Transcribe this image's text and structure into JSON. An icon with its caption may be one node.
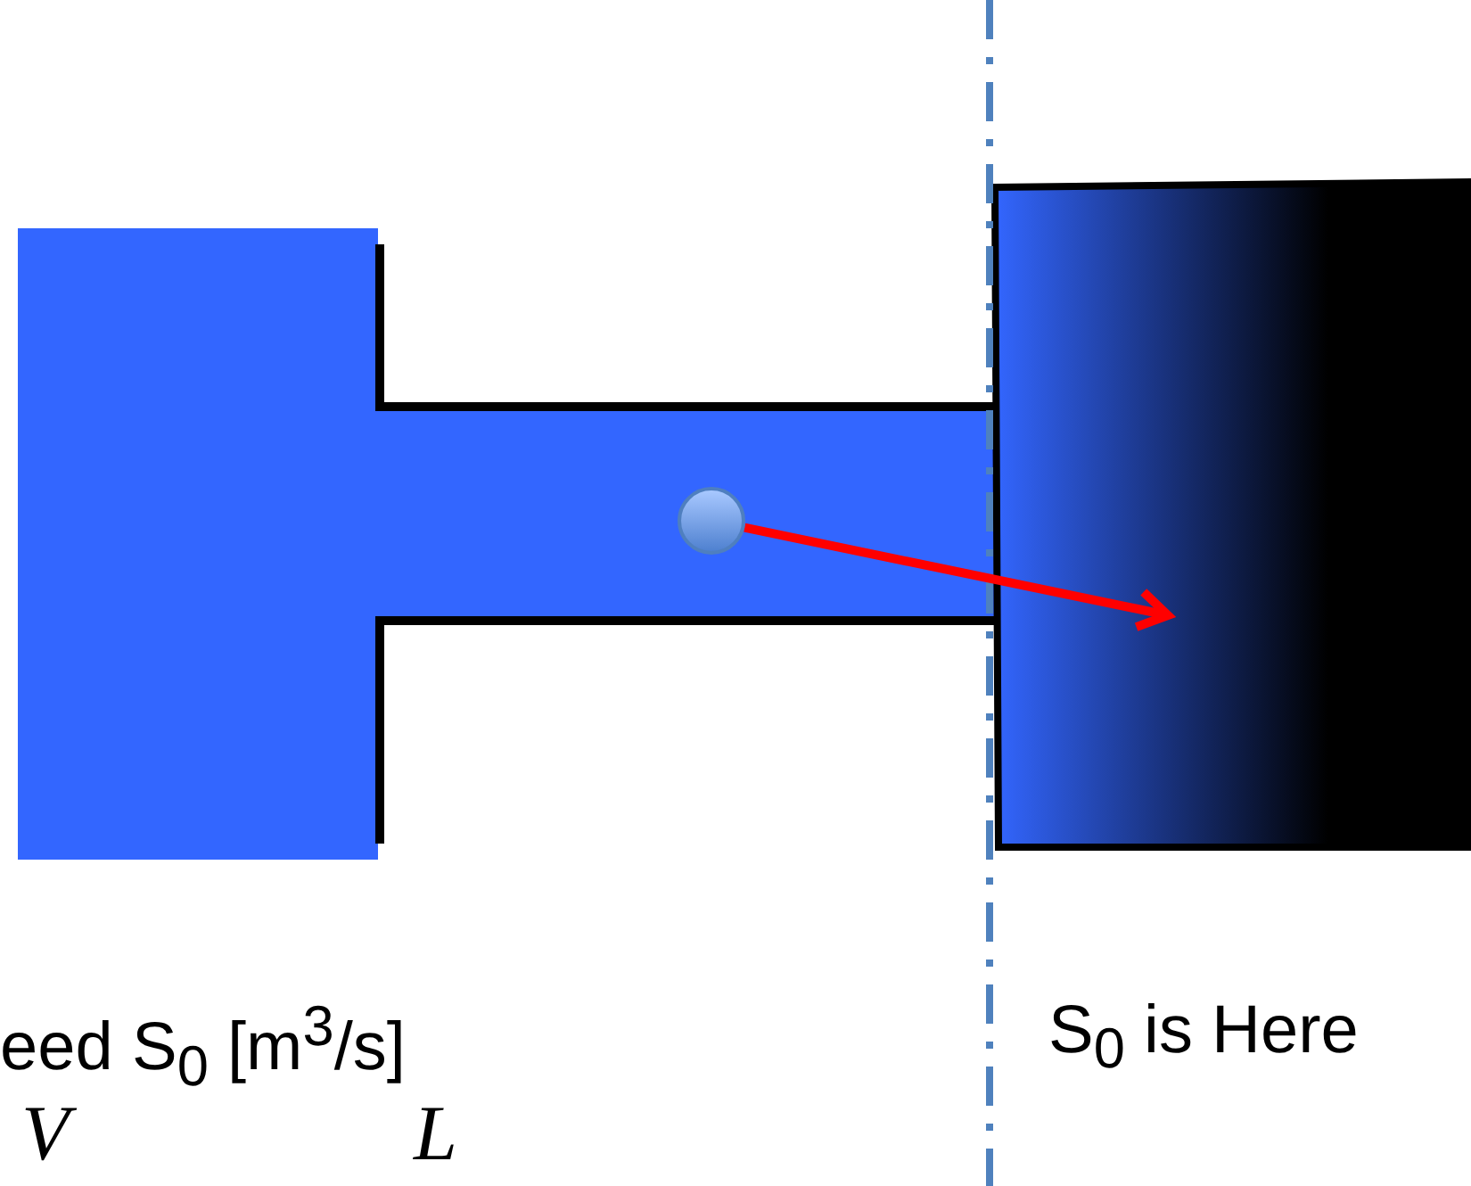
{
  "diagram": {
    "nodes": [
      {
        "text": [],
        "shape": "circle"
      },
      {
        "text": [],
        "shape": "box"
      }
    ],
    "edges": [
      {
        "from": 0,
        "to": 1,
        "arrow": "to",
        "color": "#ff0000"
      }
    ],
    "labels": [
      "eed S$_{0}$ [m$^{3}$/s]",
      "S$_{0}$ is Here",
      "V",
      "L"
    ]
  }
}
